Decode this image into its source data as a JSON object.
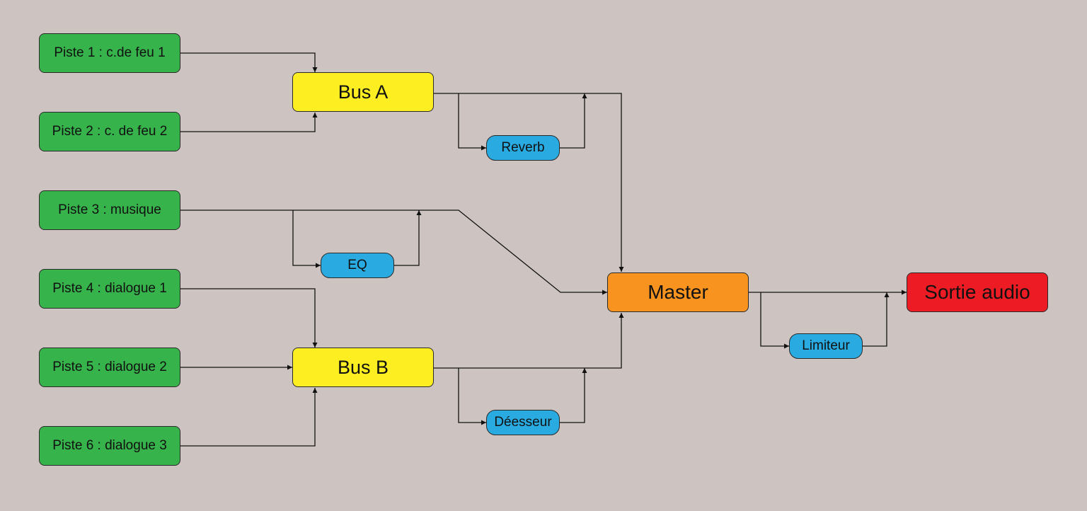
{
  "tracks": [
    {
      "label": "Piste 1 : c.de feu 1"
    },
    {
      "label": "Piste 2 : c. de feu 2"
    },
    {
      "label": "Piste 3 : musique"
    },
    {
      "label": "Piste 4 : dialogue 1"
    },
    {
      "label": "Piste 5 : dialogue 2"
    },
    {
      "label": "Piste 6 : dialogue 3"
    }
  ],
  "buses": {
    "a": "Bus A",
    "b": "Bus B"
  },
  "effects": {
    "reverb": "Reverb",
    "eq": "EQ",
    "deesser": "Déesseur",
    "limiter": "Limiteur"
  },
  "master": "Master",
  "output": "Sortie audio",
  "colors": {
    "background": "#cdc3c0",
    "track": "#36b34a",
    "bus": "#fcee21",
    "effect": "#29abe2",
    "master": "#f7931e",
    "output": "#ed1c24"
  }
}
